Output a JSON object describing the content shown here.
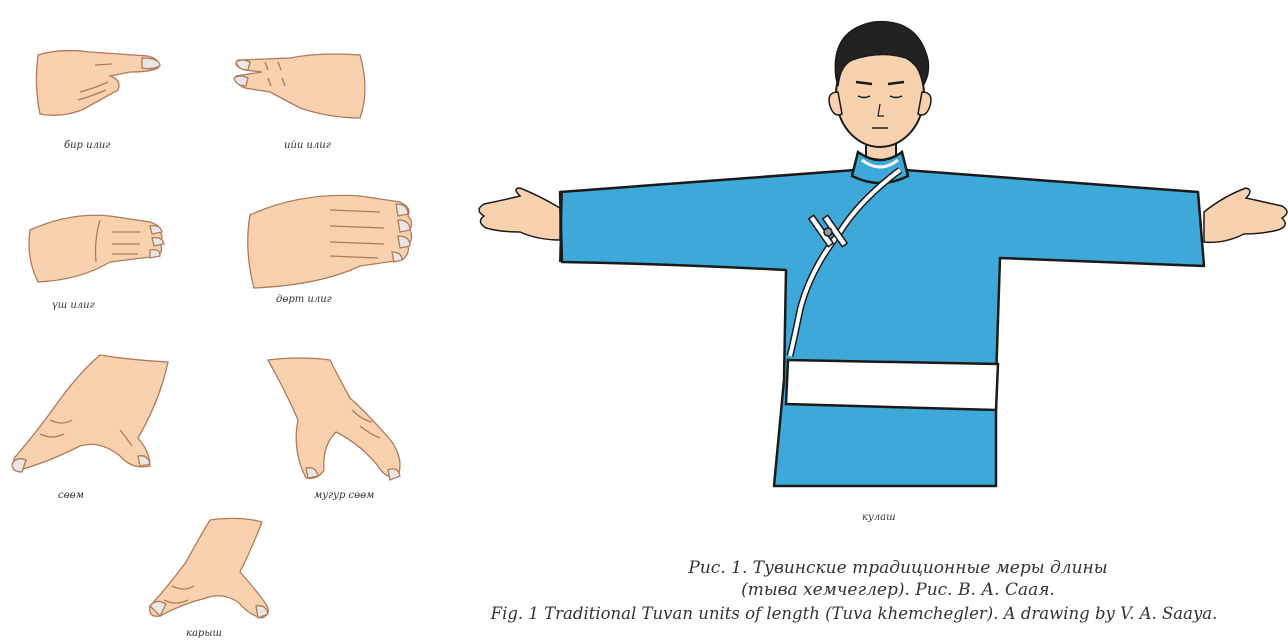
{
  "labels": {
    "bir_ilig": "бир илиг",
    "iyi_ilig": "ийи илиг",
    "ush_ilig": "үш илиг",
    "dort_ilig": "дөрт илиг",
    "soom": "сөөм",
    "mugur_soom": "мугур сөөм",
    "karysh": "карыш",
    "kulash": "кулаш"
  },
  "caption": {
    "ru_line1": "Рис. 1. Тувинские традиционные меры длины",
    "ru_line2": "(тыва хемчеглер). Рис. В. А. Саая.",
    "en_line": "Fig. 1 Traditional Tuvan units of length (Tuva khemchegler). A drawing by V. A. Saaya."
  },
  "colors": {
    "skin": "#f8d2ae",
    "skin_line": "#b07a5a",
    "robe": "#3ea8d8",
    "belt": "#ffffff",
    "hair": "#222222",
    "outline": "#1a1a1a"
  }
}
